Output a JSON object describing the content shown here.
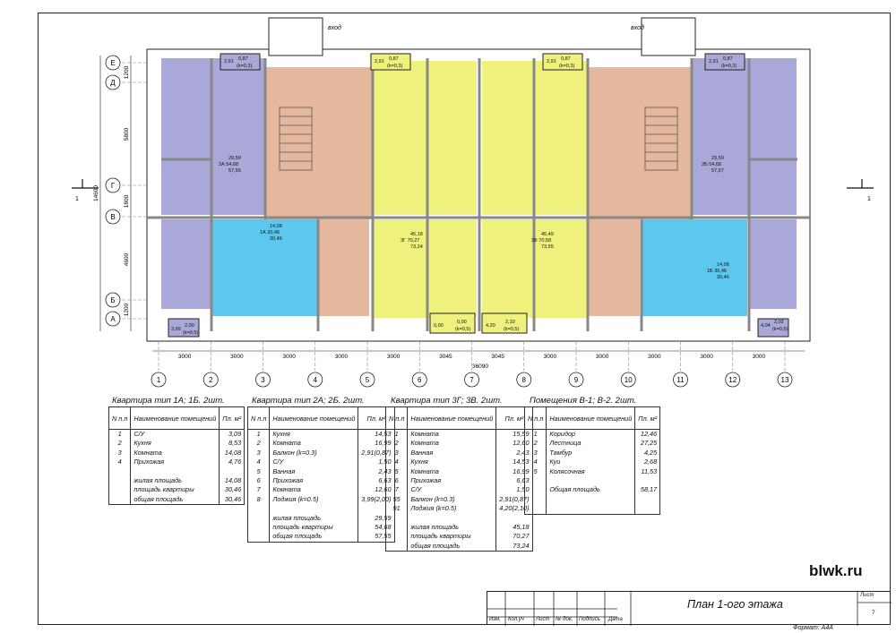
{
  "plan": {
    "entrance_label": "вход",
    "section_label": "1",
    "rows": [
      "Е",
      "Д",
      "Г",
      "В",
      "Б",
      "А"
    ],
    "columns": [
      "1",
      "2",
      "3",
      "4",
      "5",
      "6",
      "7",
      "8",
      "9",
      "10",
      "11",
      "12",
      "13"
    ],
    "left_dims": [
      "1200",
      "5800",
      "1800",
      "4600",
      "1200"
    ],
    "total_left": "14600",
    "bottom_dims": [
      "3000",
      "3000",
      "3000",
      "3000",
      "3000",
      "3045",
      "3045",
      "3000",
      "3000",
      "3000",
      "3000",
      "3000"
    ],
    "total_bottom": "36090",
    "apt_labels": {
      "a2a": [
        "29,59",
        "2А 54,68",
        "57,55"
      ],
      "a2b": [
        "29,59",
        "2Б 54,68",
        "57,57"
      ],
      "a1a": [
        "14,08",
        "1А 30,46",
        "30,46"
      ],
      "a1b": [
        "14,08",
        "1Б 30,46",
        "30,46"
      ],
      "a3g": [
        "45,18",
        "3Г 70,27",
        "73,24"
      ],
      "a3v": [
        "45,49",
        "3В 70,58",
        "73,55"
      ]
    },
    "balconies": {
      "b1": [
        "2,91",
        "0,87",
        "(k=0,3)"
      ],
      "b2": [
        "2,91",
        "0,87",
        "(k=0,3)"
      ],
      "b3": [
        "2,91",
        "0,87",
        "(k=0,3)"
      ],
      "b4": [
        "2,91",
        "0,87",
        "(k=0,3)"
      ],
      "l1": [
        "3,99",
        "2,00",
        "(k=0,5)"
      ],
      "l2": [
        "0,00",
        "0,00",
        "(k=0,5)"
      ],
      "l3": [
        "4,20",
        "2,10",
        "(k=0,5)"
      ],
      "l4": [
        "4,04",
        "2,02",
        "(k=0,5)"
      ]
    }
  },
  "tables": [
    {
      "title": "Квартира тип 1А; 1Б. 2шт.",
      "head": [
        "N п.п",
        "Наименование помещений",
        "Пл. м²"
      ],
      "rows": [
        [
          "1",
          "С/У",
          "3,09"
        ],
        [
          "2",
          "Кухня",
          "8,53"
        ],
        [
          "3",
          "Комната",
          "14,08"
        ],
        [
          "4",
          "Прихожая",
          "4,76"
        ],
        [
          "",
          "",
          ""
        ],
        [
          "",
          "жилая площадь",
          "14,08"
        ],
        [
          "",
          "площадь квартиры",
          "30,46"
        ],
        [
          "",
          "общая площадь",
          "30,46"
        ]
      ]
    },
    {
      "title": "Квартира тип 2А; 2Б. 2шт.",
      "head": [
        "N п.п",
        "Наименование помещений",
        "Пл. м²"
      ],
      "rows": [
        [
          "1",
          "Кухня",
          "14,53"
        ],
        [
          "2",
          "Комната",
          "16,99"
        ],
        [
          "3",
          "Балкон (k=0.3)",
          "2,91(0,87)"
        ],
        [
          "4",
          "С/У",
          "1,50"
        ],
        [
          "5",
          "Ванная",
          "2,43"
        ],
        [
          "6",
          "Прихожая",
          "6,63"
        ],
        [
          "7",
          "Комната",
          "12,60"
        ],
        [
          "8",
          "Лоджия (k=0.5)",
          "3,99(2,00)"
        ],
        [
          "",
          "",
          ""
        ],
        [
          "",
          "жилая площадь",
          "29,59"
        ],
        [
          "",
          "площадь квартиры",
          "54,68"
        ],
        [
          "",
          "общая площадь",
          "57,55"
        ]
      ]
    },
    {
      "title": "Квартира тип 3Г; 3В. 2шт.",
      "head": [
        "N п.п",
        "Наименование помещений",
        "Пл. м²"
      ],
      "rows": [
        [
          "1",
          "Комната",
          "15,59"
        ],
        [
          "2",
          "Комната",
          "12,60"
        ],
        [
          "3",
          "Ванная",
          "2,43"
        ],
        [
          "4",
          "Кухня",
          "14,53"
        ],
        [
          "5",
          "Комната",
          "16,99"
        ],
        [
          "6",
          "Прихожая",
          "6,63"
        ],
        [
          "7",
          "С/У",
          "1,50"
        ],
        [
          "55",
          "Балкон (k=0.3)",
          "2,91(0,87)"
        ],
        [
          "91",
          "Лоджия (k=0.5)",
          "4,20(2,10)"
        ],
        [
          "",
          "",
          ""
        ],
        [
          "",
          "жилая площадь",
          "45,18"
        ],
        [
          "",
          "площадь квартиры",
          "70,27"
        ],
        [
          "",
          "общая площадь",
          "73,24"
        ]
      ]
    },
    {
      "title": "Помещения В-1; В-2. 2шт.",
      "head": [
        "N п.п",
        "Наименование помещений",
        "Пл. м²"
      ],
      "rows": [
        [
          "1",
          "Коридор",
          "12,46"
        ],
        [
          "2",
          "Лестница",
          "27,25"
        ],
        [
          "3",
          "Тамбур",
          "4,25"
        ],
        [
          "4",
          "Куи",
          "2,68"
        ],
        [
          "5",
          "Колясочная",
          "11,53"
        ],
        [
          "",
          "",
          ""
        ],
        [
          "",
          "Общая площадь",
          "58,17"
        ],
        [
          "",
          "",
          ""
        ],
        [
          "",
          "",
          ""
        ]
      ]
    }
  ],
  "brand": "blwk.ru",
  "stamp": {
    "title": "План 1-ого этажа",
    "cols": [
      "Изм.",
      "Кол.уч",
      "Лист",
      "№ док.",
      "Подпись",
      "Дата"
    ],
    "sheet_label": "Лист",
    "sheet_num": "7",
    "format": "Формат: А4А"
  },
  "colors": {
    "purple": "#aaa8d8",
    "yellow": "#eef27c",
    "blue": "#5cc8ef",
    "brown": "#e5b79c",
    "wall": "#9c9c9c"
  }
}
